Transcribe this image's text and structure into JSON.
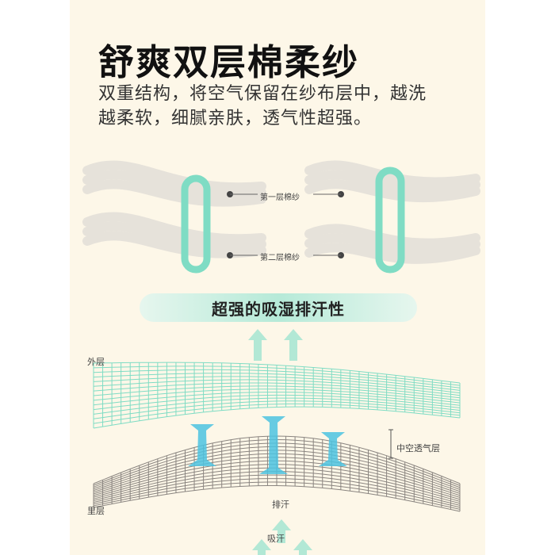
{
  "title": "舒爽双层棉柔纱",
  "subtitle_lines": [
    "双重结构，将空气保留在纱布层中，越洗",
    "越柔软，细腻亲肤，透气性超强。"
  ],
  "yarn_labels": {
    "layer1": "第一层棉纱",
    "layer2": "第二层棉纱"
  },
  "banner": "超强的吸湿排汗性",
  "mesh_labels": {
    "outer": "外层",
    "inner": "里层",
    "middle": "中空透气层",
    "release": "排汗",
    "absorb": "吸汗"
  },
  "colors": {
    "panel": "#fdf7e8",
    "mint": "#7fdcc4",
    "water": "#4cc3e0",
    "grey_mesh": "#8a8580"
  }
}
